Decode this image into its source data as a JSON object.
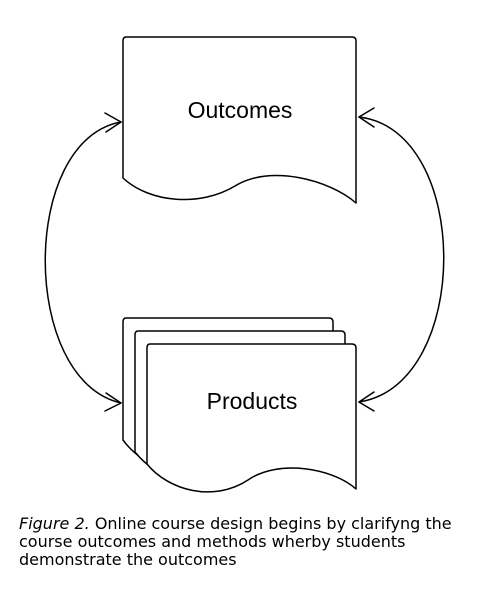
{
  "diagram": {
    "nodes": [
      {
        "id": "outcomes",
        "label": "Outcomes",
        "shape": "document"
      },
      {
        "id": "products",
        "label": "Products",
        "shape": "multi-document"
      }
    ],
    "edges": [
      {
        "from": "outcomes",
        "to": "products",
        "side": "left",
        "direction": "bidirectional"
      },
      {
        "from": "outcomes",
        "to": "products",
        "side": "right",
        "direction": "bidirectional"
      }
    ]
  },
  "caption": {
    "figure_label": "Figure 2.",
    "text": "Online course design begins by clarifyng the course outcomes and methods wherby students demonstrate the outcomes"
  }
}
